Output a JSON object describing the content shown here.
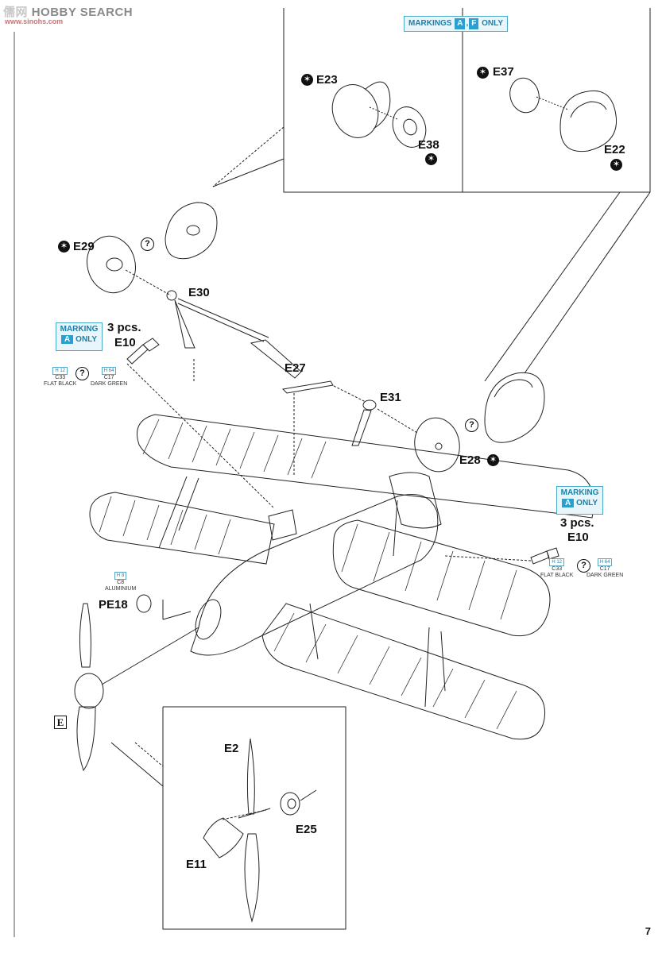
{
  "watermark": {
    "text_a": "儒",
    "text_b": "网",
    "text_c": "HOBBY SEARCH",
    "sub": "www.sinohs.com"
  },
  "markings_top": {
    "prefix": "MARKINGS",
    "a": "A",
    "sep": ",",
    "f": "F",
    "suffix": "ONLY"
  },
  "marking_left": {
    "title": "MARKING",
    "a": "A",
    "only": "ONLY"
  },
  "marking_right": {
    "title": "MARKING",
    "a": "A",
    "only": "ONLY"
  },
  "parts": {
    "e23": "E23",
    "e38": "E38",
    "e37": "E37",
    "e22": "E22",
    "e29": "E29",
    "e30": "E30",
    "e10_left": "E10",
    "e10_right": "E10",
    "e27": "E27",
    "e31": "E31",
    "e28": "E28",
    "pe18": "PE18",
    "e2": "E2",
    "e25": "E25",
    "e11": "E11"
  },
  "qty_left": "3 pcs.",
  "qty_right": "3 pcs.",
  "paint": {
    "left_black_code": "H 12",
    "left_black_num": "C33",
    "left_black_name": "FLAT BLACK",
    "left_green_code": "H 64",
    "left_green_num": "C17",
    "left_green_name": "DARK GREEN",
    "right_black_code": "H 12",
    "right_black_num": "C33",
    "right_black_name": "FLAT BLACK",
    "right_green_code": "H 64",
    "right_green_num": "C17",
    "right_green_name": "DARK GREEN",
    "alu_code": "H 8",
    "alu_num": "C8",
    "alu_name": "ALUMINIUM"
  },
  "symbols": {
    "question": "?",
    "star": "✶"
  },
  "section_letter": "E",
  "page_number": "7"
}
